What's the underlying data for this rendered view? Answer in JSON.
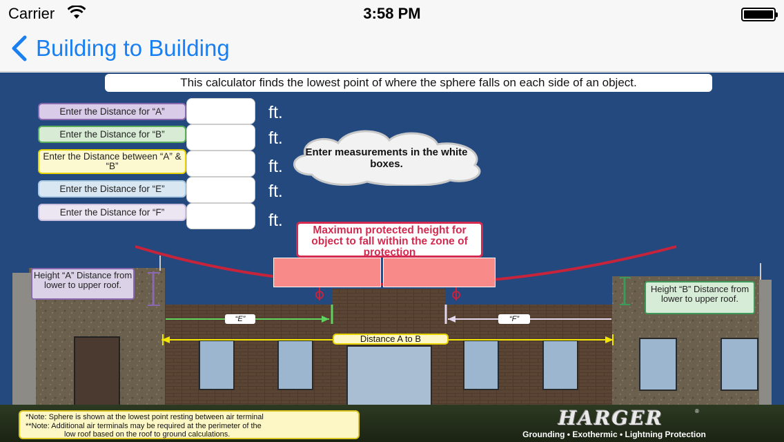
{
  "status_bar": {
    "carrier": "Carrier",
    "time": "3:58 PM",
    "wifi_icon": "wifi-icon",
    "battery_icon": "battery-icon"
  },
  "nav": {
    "back_icon": "chevron-left-icon",
    "title": "Building to Building",
    "tint": "#1a7ff0"
  },
  "intro": "This calculator finds the lowest point of where the sphere falls on each side of an object.",
  "inputs": [
    {
      "label": "Enter the Distance for “A”",
      "value": "",
      "unit": "ft.",
      "border": "#8b69b1",
      "fill": "#d9cce8"
    },
    {
      "label": "Enter the Distance for “B”",
      "value": "",
      "unit": "ft.",
      "border": "#5aae5a",
      "fill": "#d8ecd5"
    },
    {
      "label": "Enter the Distance between “A” & “B”",
      "value": "",
      "unit": "ft.",
      "border": "#e6d200",
      "fill": "#fcf8d0"
    },
    {
      "label": "Enter the Distance for “E”",
      "value": "",
      "unit": "ft.",
      "border": "#a9c9e2",
      "fill": "#d8e7f1"
    },
    {
      "label": "Enter the Distance for “F”",
      "value": "",
      "unit": "ft.",
      "border": "#c8bfe0",
      "fill": "#ebe6f2"
    }
  ],
  "cloud_text": "Enter measurements in the white boxes.",
  "max_height": {
    "label": "Maximum protected height for object to fall within the zone of protection",
    "results": [
      "",
      ""
    ]
  },
  "callouts": {
    "a": "Height “A” Distance from lower to upper roof.",
    "b": "Height “B” Distance from lower to upper roof."
  },
  "dimensions": {
    "e": "“E”",
    "f": "“F”",
    "ab": "Distance A to B"
  },
  "notes": {
    "line1": "*Note: Sphere is shown at the lowest point resting between air terminal",
    "line2": "**Note: Additional air terminals may be required at the perimeter of the",
    "line3": "low roof based on the roof to ground calculations."
  },
  "logo": {
    "name": "HARGER",
    "registered": "®",
    "tagline": "Grounding • Exothermic • Lightning Protection"
  },
  "colors": {
    "sky": "#23497e",
    "arc": "#c7243c",
    "pink_result": "#f98a8a"
  }
}
